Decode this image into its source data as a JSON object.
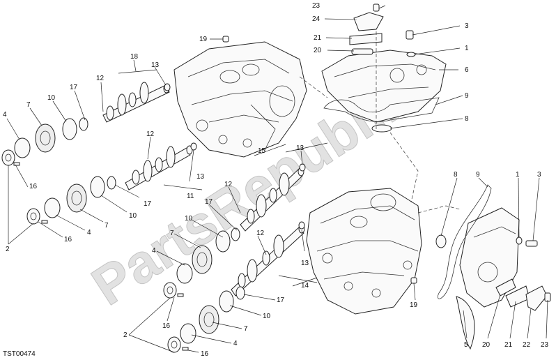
{
  "drawing_code": "TST00474",
  "watermark": "PartsRepublik",
  "labels": [
    {
      "id": "l23a",
      "text": "23"
    },
    {
      "id": "l24",
      "text": "24"
    },
    {
      "id": "l21a",
      "text": "21"
    },
    {
      "id": "l20a",
      "text": "20"
    },
    {
      "id": "l3a",
      "text": "3"
    },
    {
      "id": "l1a",
      "text": "1"
    },
    {
      "id": "l6",
      "text": "6"
    },
    {
      "id": "l9a",
      "text": "9"
    },
    {
      "id": "l8a",
      "text": "8"
    },
    {
      "id": "l19a",
      "text": "19"
    },
    {
      "id": "l18",
      "text": "18"
    },
    {
      "id": "l13a",
      "text": "13"
    },
    {
      "id": "l12a",
      "text": "12"
    },
    {
      "id": "l17a",
      "text": "17"
    },
    {
      "id": "l10a",
      "text": "10"
    },
    {
      "id": "l7a",
      "text": "7"
    },
    {
      "id": "l4a",
      "text": "4"
    },
    {
      "id": "l16a",
      "text": "16"
    },
    {
      "id": "l12b",
      "text": "12"
    },
    {
      "id": "l13b",
      "text": "13"
    },
    {
      "id": "l11",
      "text": "11"
    },
    {
      "id": "l17b",
      "text": "17"
    },
    {
      "id": "l10b",
      "text": "10"
    },
    {
      "id": "l7b",
      "text": "7"
    },
    {
      "id": "l4b",
      "text": "4"
    },
    {
      "id": "l16b",
      "text": "16"
    },
    {
      "id": "l2a",
      "text": "2"
    },
    {
      "id": "l15",
      "text": "15"
    },
    {
      "id": "l13c",
      "text": "13"
    },
    {
      "id": "l12c",
      "text": "12"
    },
    {
      "id": "l17c",
      "text": "17"
    },
    {
      "id": "l10c",
      "text": "10"
    },
    {
      "id": "l7c",
      "text": "7"
    },
    {
      "id": "l4c",
      "text": "4"
    },
    {
      "id": "l12d",
      "text": "12"
    },
    {
      "id": "l13d",
      "text": "13"
    },
    {
      "id": "l14",
      "text": "14"
    },
    {
      "id": "l17d",
      "text": "17"
    },
    {
      "id": "l10d",
      "text": "10"
    },
    {
      "id": "l7d",
      "text": "7"
    },
    {
      "id": "l16c",
      "text": "16"
    },
    {
      "id": "l2b",
      "text": "2"
    },
    {
      "id": "l4d",
      "text": "4"
    },
    {
      "id": "l16d",
      "text": "16"
    },
    {
      "id": "l19b",
      "text": "19"
    },
    {
      "id": "l8b",
      "text": "8"
    },
    {
      "id": "l9b",
      "text": "9"
    },
    {
      "id": "l1b",
      "text": "1"
    },
    {
      "id": "l3b",
      "text": "3"
    },
    {
      "id": "l5",
      "text": "5"
    },
    {
      "id": "l20b",
      "text": "20"
    },
    {
      "id": "l21b",
      "text": "21"
    },
    {
      "id": "l22",
      "text": "22"
    },
    {
      "id": "l23b",
      "text": "23"
    }
  ]
}
